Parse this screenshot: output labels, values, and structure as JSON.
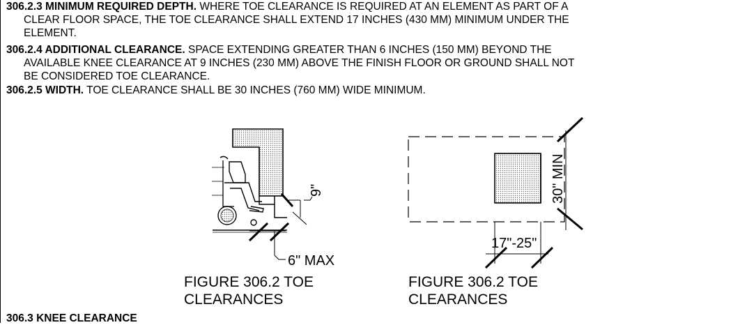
{
  "sections": [
    {
      "heading": "306.2.3 MINIMUM REQUIRED DEPTH.",
      "line1": " WHERE TOE CLEARANCE IS REQUIRED AT AN ELEMENT AS PART OF A",
      "line2": "CLEAR FLOOR SPACE, THE TOE CLEARANCE SHALL EXTEND 17 INCHES (430 MM) MINIMUM UNDER THE",
      "line3": "ELEMENT."
    },
    {
      "heading": "306.2.4 ADDITIONAL CLEARANCE.",
      "line1": " SPACE EXTENDING GREATER THAN 6 INCHES (150 MM) BEYOND THE",
      "line2": "AVAILABLE KNEE CLEARANCE AT 9 INCHES (230 MM) ABOVE THE FINISH FLOOR OR GROUND SHALL NOT",
      "line3": "BE CONSIDERED TOE CLEARANCE."
    },
    {
      "heading": "306.2.5 WIDTH.",
      "line1": " TOE CLEARANCE SHALL BE 30 INCHES (760 MM) WIDE MINIMUM."
    }
  ],
  "figures": [
    {
      "dim_height": "9\"",
      "dim_depth": "6\" MAX",
      "caption_line1": "FIGURE 306.2 TOE",
      "caption_line2": "CLEARANCES"
    },
    {
      "dim_width": "30\" MIN",
      "dim_depth": "17\"-25\"",
      "caption_line1": "FIGURE 306.2 TOE",
      "caption_line2": "CLEARANCES"
    }
  ],
  "next_heading": "306.3 KNEE CLEARANCE"
}
